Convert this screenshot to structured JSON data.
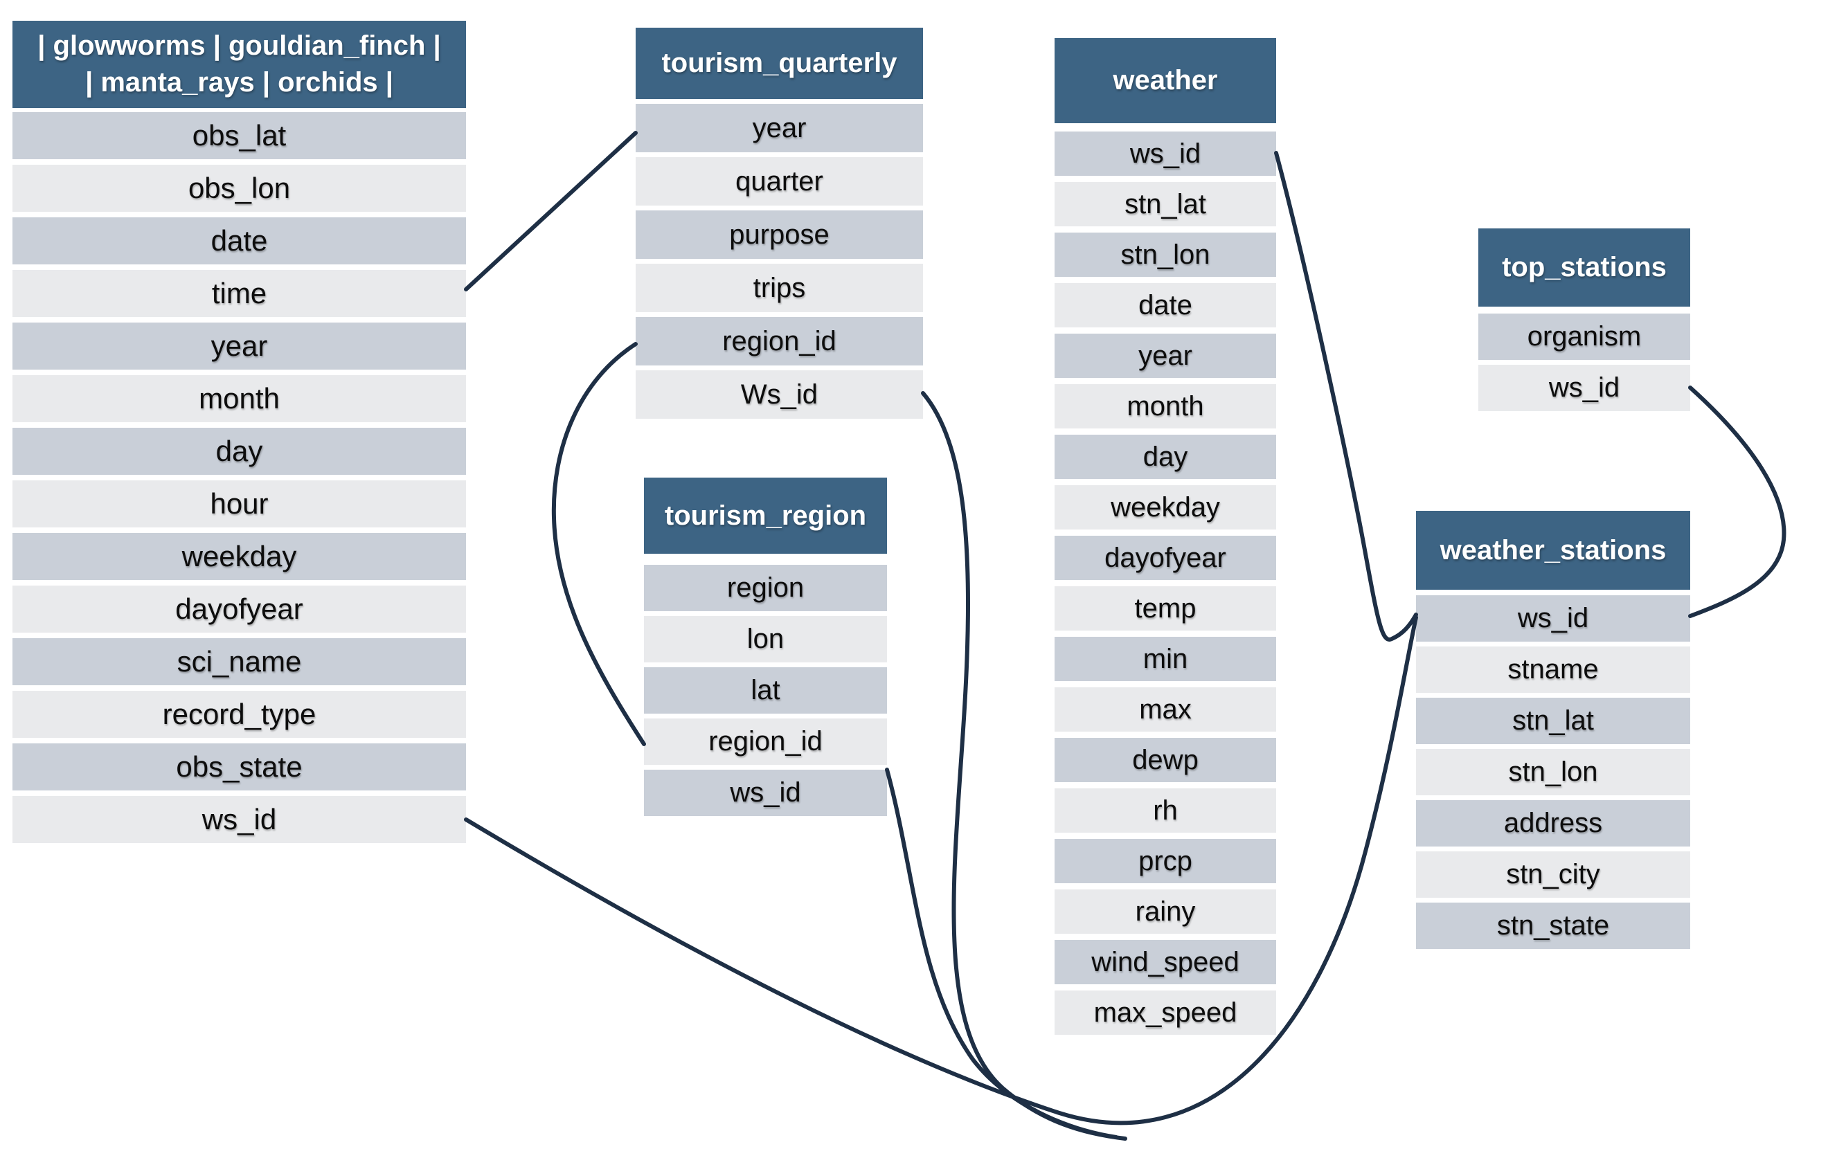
{
  "diagram": {
    "colors": {
      "header_bg": "#3D6484",
      "header_text": "#FFFFFF",
      "row_dark": "#C9CFD8",
      "row_light": "#E9EAEC",
      "row_text": "#0D0D0D",
      "connector": "#1E2F45",
      "background": "#FFFFFF"
    },
    "tables": [
      {
        "id": "species_union",
        "title_lines": [
          "| glowworms | gouldian_finch |",
          "| manta_rays | orchids |"
        ],
        "columns": [
          "obs_lat",
          "obs_lon",
          "date",
          "time",
          "year",
          "month",
          "day",
          "hour",
          "weekday",
          "dayofyear",
          "sci_name",
          "record_type",
          "obs_state",
          "ws_id"
        ]
      },
      {
        "id": "tourism_quarterly",
        "title_lines": [
          "tourism_quarterly"
        ],
        "columns": [
          "year",
          "quarter",
          "purpose",
          "trips",
          "region_id",
          "Ws_id"
        ]
      },
      {
        "id": "tourism_region",
        "title_lines": [
          "tourism_region"
        ],
        "columns": [
          "region",
          "lon",
          "lat",
          "region_id",
          "ws_id"
        ]
      },
      {
        "id": "weather",
        "title_lines": [
          "weather"
        ],
        "columns": [
          "ws_id",
          "stn_lat",
          "stn_lon",
          "date",
          "year",
          "month",
          "day",
          "weekday",
          "dayofyear",
          "temp",
          "min",
          "max",
          "dewp",
          "rh",
          "prcp",
          "rainy",
          "wind_speed",
          "max_speed"
        ]
      },
      {
        "id": "top_stations",
        "title_lines": [
          "top_stations"
        ],
        "columns": [
          "organism",
          "ws_id"
        ]
      },
      {
        "id": "weather_stations",
        "title_lines": [
          "weather_stations"
        ],
        "columns": [
          "ws_id",
          "stname",
          "stn_lat",
          "stn_lon",
          "address",
          "stn_city",
          "stn_state"
        ]
      }
    ],
    "relationships": [
      {
        "id": "c1",
        "from": "species_union.time",
        "to": "tourism_quarterly.year"
      },
      {
        "id": "c2",
        "from": "tourism_quarterly.region_id",
        "to": "tourism_region.region_id"
      },
      {
        "id": "c3",
        "from": "tourism_quarterly.Ws_id",
        "to": "weather_stations.ws_id"
      },
      {
        "id": "c4",
        "from": "tourism_region.ws_id",
        "to": "weather_stations.ws_id"
      },
      {
        "id": "c5",
        "from": "species_union.ws_id",
        "to": "weather_stations.ws_id"
      },
      {
        "id": "c6",
        "from": "weather.ws_id",
        "to": "weather_stations.ws_id"
      },
      {
        "id": "c7",
        "from": "top_stations.ws_id",
        "to": "weather_stations.ws_id"
      }
    ]
  }
}
